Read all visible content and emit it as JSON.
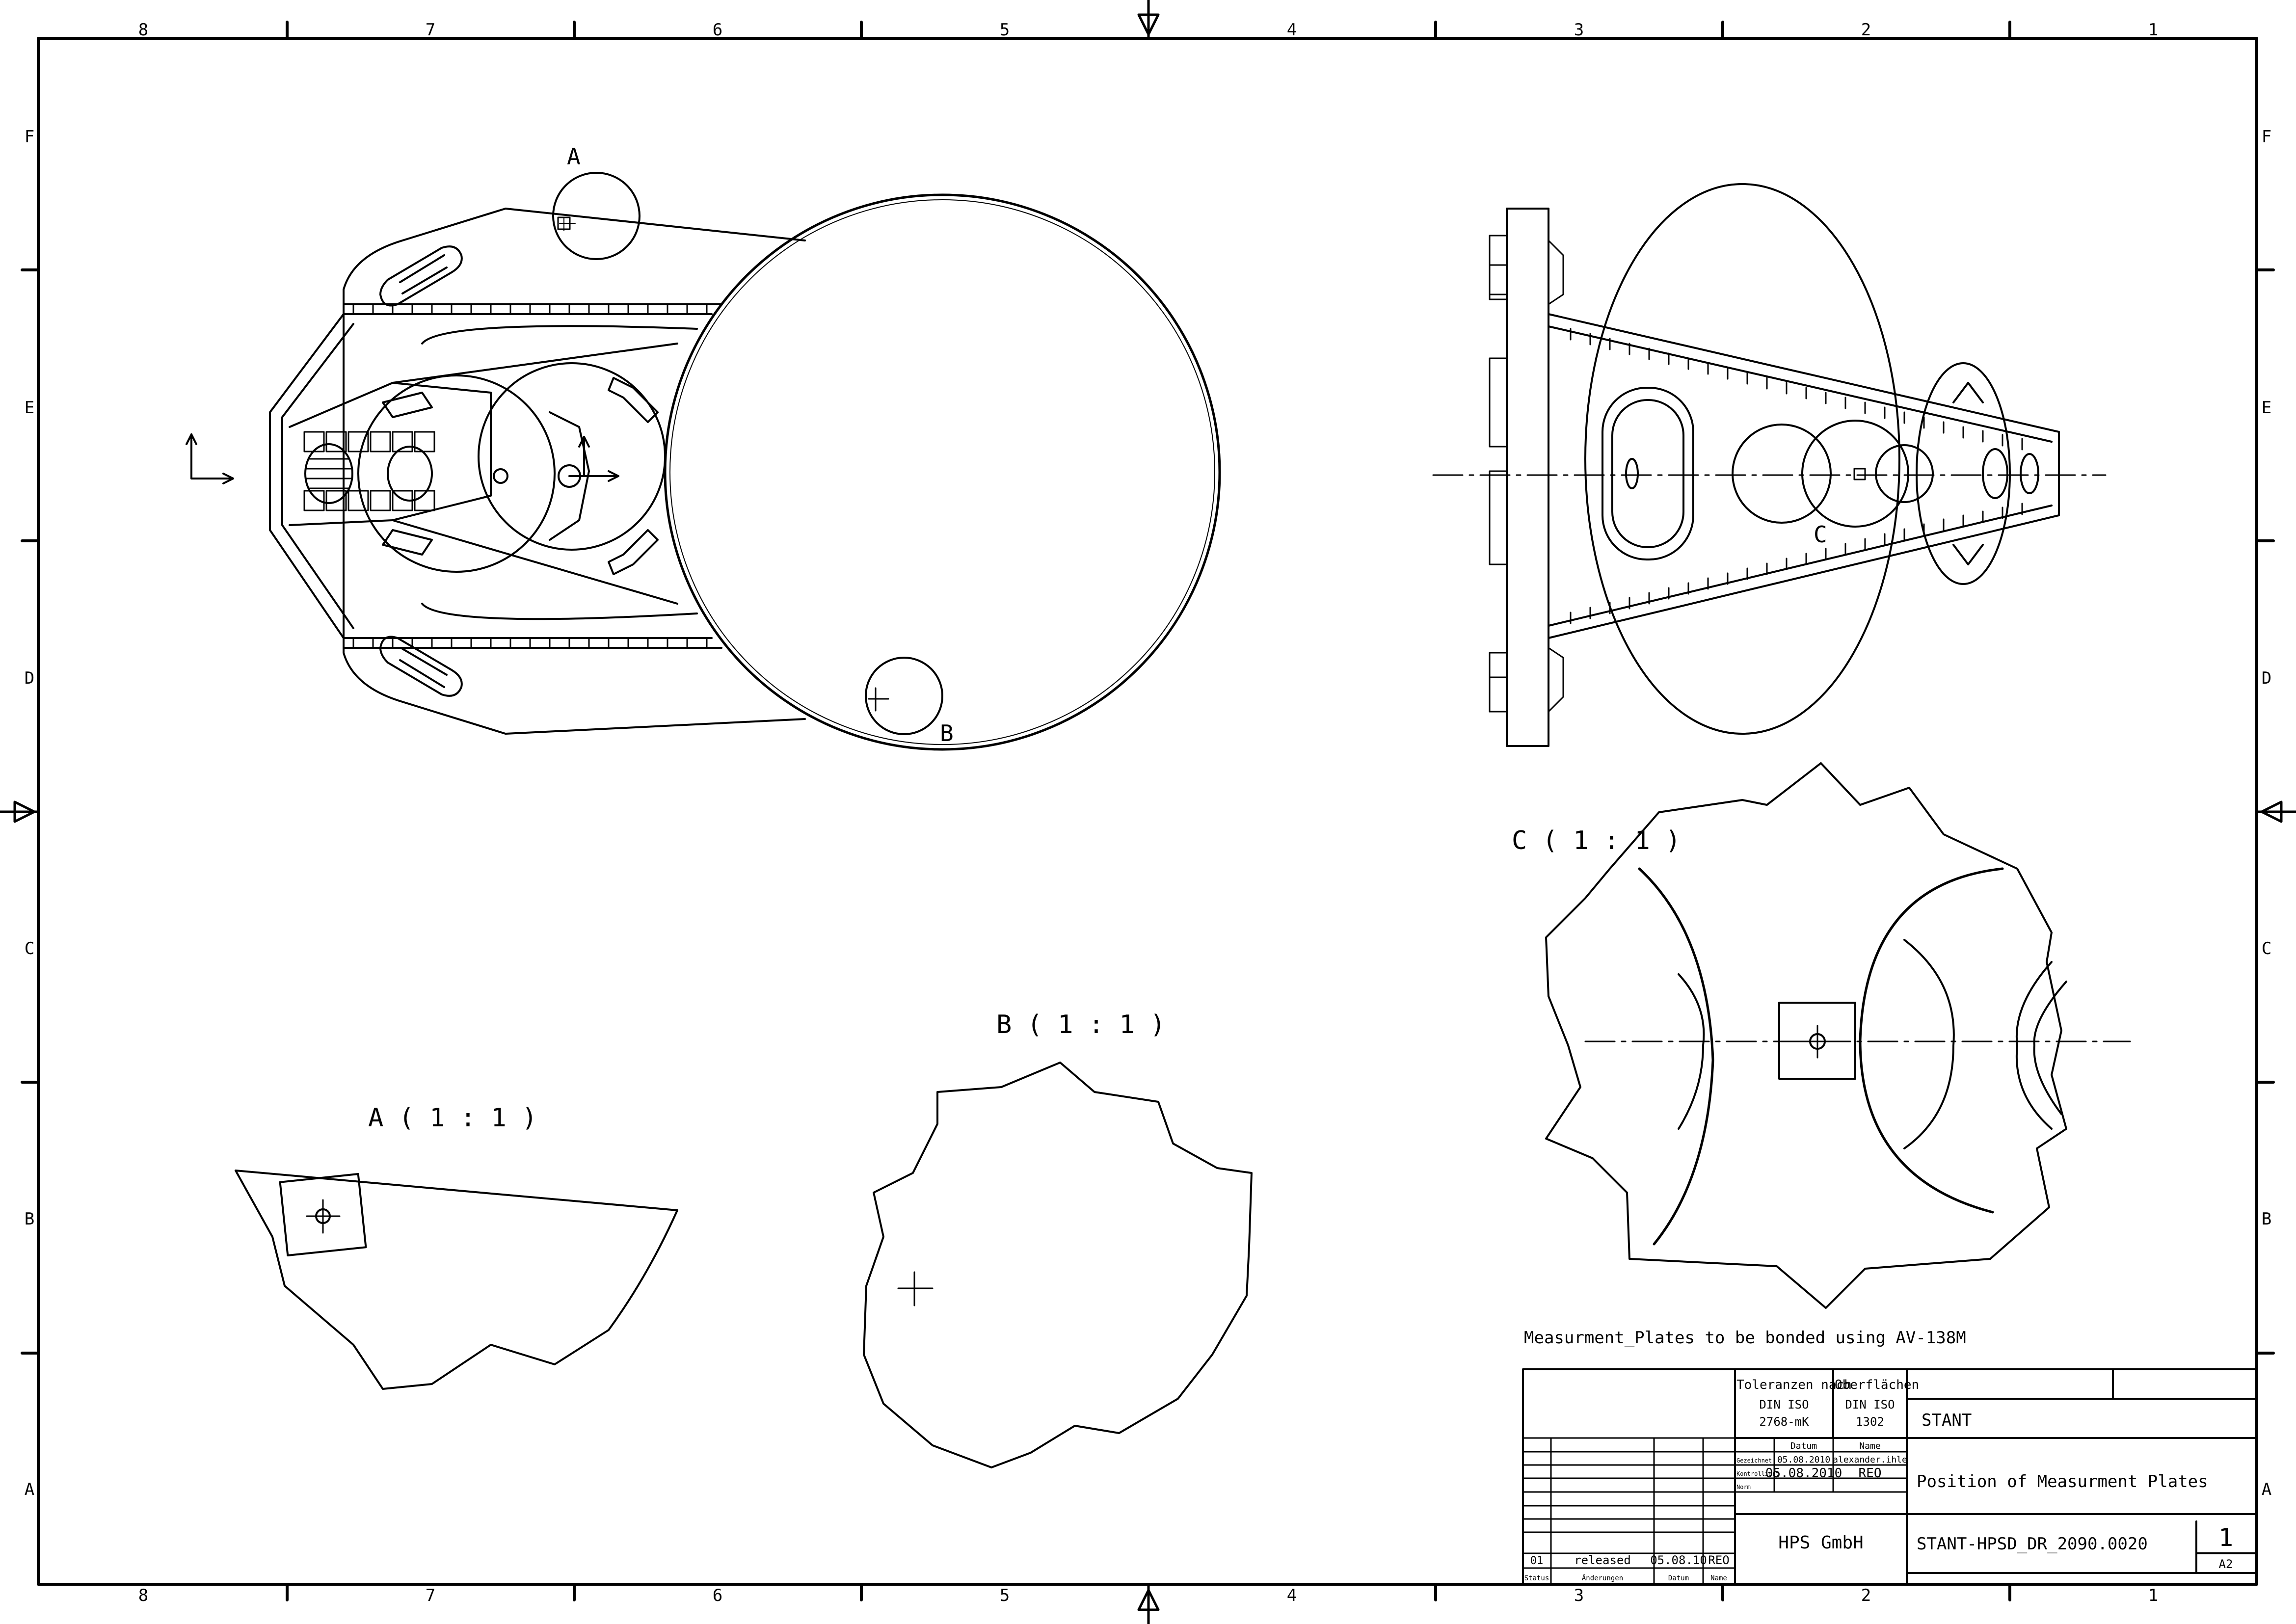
{
  "border": {
    "columns": [
      "8",
      "7",
      "6",
      "5",
      "4",
      "3",
      "2",
      "1"
    ],
    "rows": [
      "F",
      "E",
      "D",
      "C",
      "B",
      "A"
    ]
  },
  "labels": {
    "callout_a": "A",
    "callout_b": "B",
    "callout_c": "C",
    "detail_a": "A ( 1 : 1 )",
    "detail_b": "B ( 1 : 1 )",
    "detail_c": "C ( 1 : 1 )"
  },
  "note": "Measurment_Plates to be bonded using AV-138M",
  "title_block": {
    "tolerances_label": "Toleranzen nach",
    "tolerances_std": "DIN ISO",
    "tolerances_code": "2768-mK",
    "surfaces_label": "Oberflächen",
    "surfaces_std": "DIN ISO",
    "surfaces_code": "1302",
    "col_date": "Datum",
    "col_name": "Name",
    "row_drawn": "Gezeichnet",
    "row_checked": "Kontrolliert",
    "row_norm": "Norm",
    "drawn_date": "05.08.2010",
    "drawn_name": "alexander.ihle",
    "checked_date": "05.08.2010",
    "checked_name": "REO",
    "project": "STANT",
    "title": "Position of Measurment Plates",
    "company": "HPS GmbH",
    "drawing_number": "STANT-HPSD_DR_2090.0020",
    "sheet": "1",
    "format": "A2",
    "rev_status": "01",
    "rev_change": "released",
    "rev_date": "05.08.10",
    "rev_name": "REO",
    "hdr_status": "Status",
    "hdr_change": "Änderungen",
    "hdr_date": "Datum",
    "hdr_name": "Name"
  },
  "colors": {
    "line": "#000000",
    "paper": "#ffffff"
  }
}
